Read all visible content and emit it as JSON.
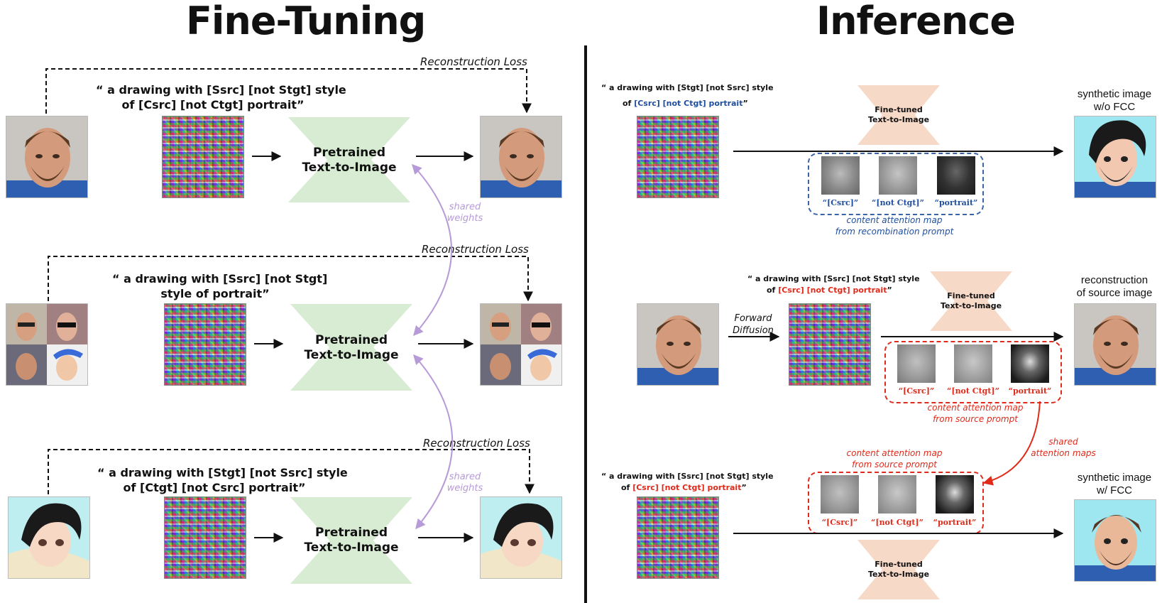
{
  "titles": {
    "left": "Fine-Tuning",
    "right": "Inference"
  },
  "finetune": {
    "loss_label": "Reconstruction Loss",
    "shared_weights": "shared weights",
    "block_label": "Pretrained\nText-to-Image",
    "rows": [
      {
        "prompt_line1": "“ a drawing with [Ssrc] [not Stgt] style",
        "prompt_line2": "of [Csrc] [not Ctgt] portrait”"
      },
      {
        "prompt_line1": "“ a drawing with [Ssrc] [not Stgt]",
        "prompt_line2": "style of portrait”"
      },
      {
        "prompt_line1": "“ a drawing with [Stgt] [not Ssrc] style",
        "prompt_line2": "of [Ctgt] [not Csrc] portrait”"
      }
    ]
  },
  "inference": {
    "block_label": "Fine-tuned\nText-to-Image",
    "row1": {
      "prompt_line1": "“ a drawing with [Stgt] [not Ssrc] style",
      "prompt_line2_prefix": "of ",
      "prompt_line2_colored": "[Csrc] [not Ctgt] portrait",
      "prompt_line2_suffix": "”",
      "attention_labels": [
        "“[Csrc]”",
        "“[not Ctgt]”",
        "“portrait”"
      ],
      "caption_line1": "content attention map",
      "caption_line2": "from recombination prompt",
      "output_title_line1": "synthetic image",
      "output_title_line2": "w/o FCC"
    },
    "row2": {
      "forward_diffusion_line1": "Forward",
      "forward_diffusion_line2": "Diffusion",
      "prompt_line1": "“ a drawing with [Ssrc] [not Stgt] style",
      "prompt_line2_prefix": "of ",
      "prompt_line2_colored": "[Csrc] [not Ctgt] portrait",
      "prompt_line2_suffix": "”",
      "attention_labels": [
        "“[Csrc]”",
        "“[not Ctgt]”",
        "“portrait”"
      ],
      "caption_line1": "content attention map",
      "caption_line2": "from source prompt",
      "output_title_line1": "reconstruction",
      "output_title_line2": "of source image"
    },
    "shared_maps_line1": "shared",
    "shared_maps_line2": "attention maps",
    "row3": {
      "prompt_line1": "“ a drawing with [Ssrc] [not Stgt] style",
      "prompt_line2_prefix": "of ",
      "prompt_line2_colored": "[Csrc] [not Ctgt] portrait",
      "prompt_line2_suffix": "”",
      "attention_labels": [
        "“[Csrc]”",
        "“[not Ctgt]”",
        "“portrait”"
      ],
      "caption_line1": "content attention map",
      "caption_line2": "from source prompt",
      "output_title_line1": "synthetic image",
      "output_title_line2": "w/ FCC"
    }
  },
  "colors": {
    "blue": "#1f4fa0",
    "red": "#e02a1a",
    "purple": "#b79ad8",
    "green_block": "#d7ecd2",
    "peach_block": "#f7d9c8"
  }
}
